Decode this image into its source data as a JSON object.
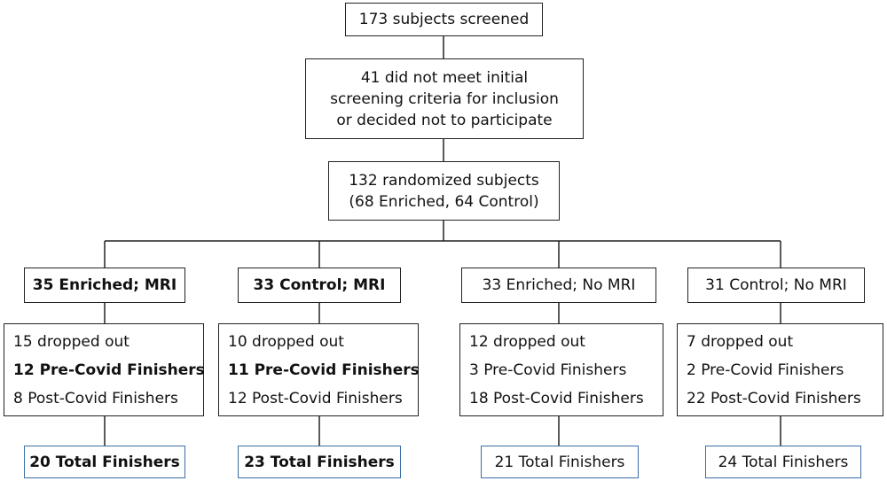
{
  "screened": "173 subjects screened",
  "excluded": [
    "41 did not meet initial",
    "screening criteria for inclusion",
    "or decided not to participate"
  ],
  "randomized": [
    "132 randomized subjects",
    "(68 Enriched, 64 Control)"
  ],
  "arms": [
    {
      "label": "35 Enriched; MRI",
      "label_bold": true,
      "dropped": "15 dropped out",
      "pre": "12 Pre-Covid Finishers",
      "pre_bold": true,
      "post": "8 Post-Covid Finishers",
      "total": "20 Total Finishers",
      "total_bold": true
    },
    {
      "label": "33 Control; MRI",
      "label_bold": true,
      "dropped": "10 dropped out",
      "pre": "11 Pre-Covid Finishers",
      "pre_bold": true,
      "post": "12 Post-Covid Finishers",
      "total": "23 Total Finishers",
      "total_bold": true
    },
    {
      "label": "33 Enriched; No MRI",
      "label_bold": false,
      "dropped": "12 dropped out",
      "pre": "3 Pre-Covid Finishers",
      "pre_bold": false,
      "post": "18 Post-Covid Finishers",
      "total": "21 Total Finishers",
      "total_bold": false
    },
    {
      "label": "31 Control; No MRI",
      "label_bold": false,
      "dropped": "7 dropped out",
      "pre": "2 Pre-Covid Finishers",
      "pre_bold": false,
      "post": "22 Post-Covid Finishers",
      "total": "24 Total Finishers",
      "total_bold": false
    }
  ],
  "colors": {
    "line": "#222222",
    "total_border": "#3a6ea5"
  }
}
